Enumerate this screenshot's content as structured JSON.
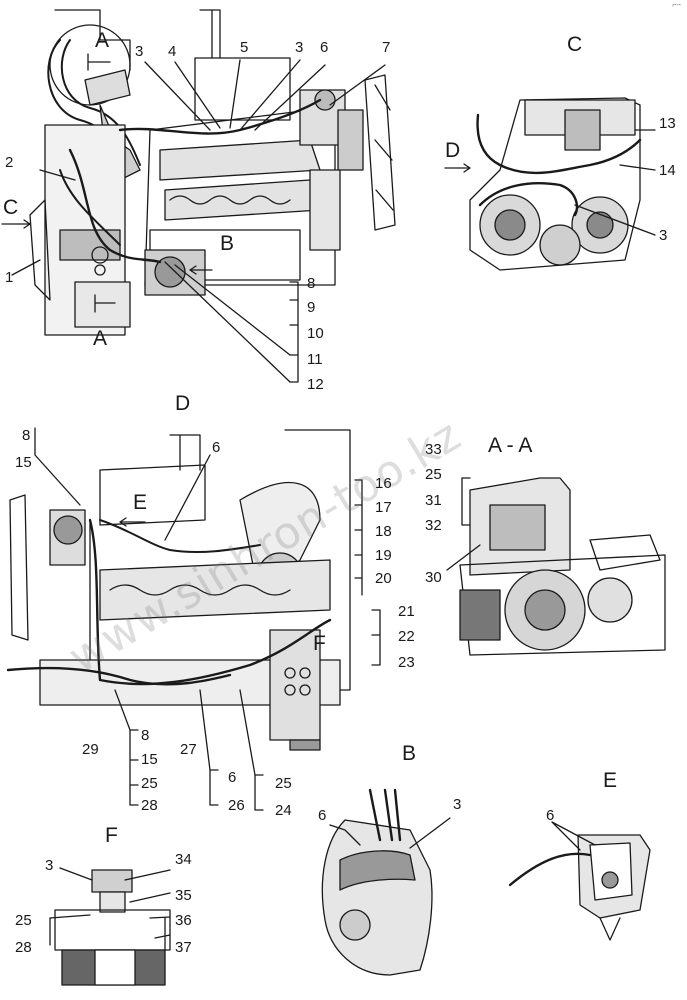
{
  "corner_mark": "⌐--",
  "watermark": "www.sinhron-too.kz",
  "views": {
    "A_top": "A",
    "A_bottom": "A",
    "B_main": "B",
    "C_side": "C",
    "C_title": "C",
    "D_side": "D",
    "D_title": "D",
    "E_inset": "E",
    "E_title": "E",
    "F_inset": "F",
    "F_title": "F",
    "AA_title": "A - A",
    "B_title": "B"
  },
  "labels": {
    "l1": "1",
    "l2": "2",
    "l3a": "3",
    "l4": "4",
    "l5": "5",
    "l3b": "3",
    "l6a": "6",
    "l7": "7",
    "l8a": "8",
    "l9": "9",
    "l10": "10",
    "l11": "11",
    "l12": "12",
    "l13": "13",
    "l14": "14",
    "l3c": "3",
    "l8b": "8",
    "l15a": "15",
    "l6b": "6",
    "l16": "16",
    "l17": "17",
    "l18": "18",
    "l19": "19",
    "l20": "20",
    "l21": "21",
    "l22": "22",
    "l23": "23",
    "l29": "29",
    "l8c": "8",
    "l15b": "15",
    "l25a": "25",
    "l28a": "28",
    "l27": "27",
    "l6c": "6",
    "l26": "26",
    "l25b": "25",
    "l24": "24",
    "l33": "33",
    "l25c": "25",
    "l31": "31",
    "l32": "32",
    "l30": "30",
    "l6d": "6",
    "l3d": "3",
    "l6e": "6",
    "l3e": "3",
    "l34": "34",
    "l35": "35",
    "l25d": "25",
    "l36": "36",
    "l28b": "28",
    "l37": "37"
  }
}
